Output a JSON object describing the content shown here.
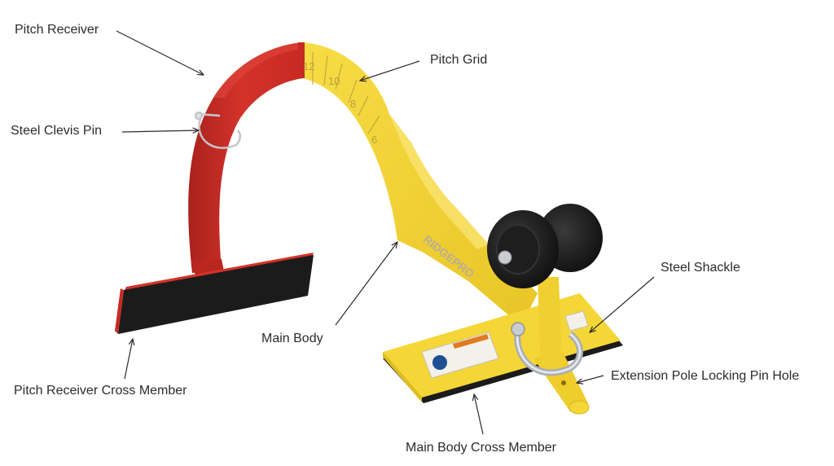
{
  "diagram": {
    "subject": "Roof ridge tool (pitch gauge) with labeled parts",
    "brand_mark": "RIDGEPRO",
    "pitch_grid_marks": [
      "12",
      "10",
      "8",
      "6"
    ],
    "colors": {
      "receiver_red": "#d3322a",
      "receiver_red_dark": "#a8221c",
      "body_yellow": "#f5d637",
      "body_yellow_shade": "#e2bd1f",
      "pad_black": "#1b1b1b",
      "wheel_black": "#141414",
      "steel": "#b8bcc2",
      "label_text": "#2b2b2b",
      "arrow": "#2b2b2b",
      "warning_orange": "#e07a20",
      "safety_blue": "#1d4f95"
    }
  },
  "labels": {
    "pitch_receiver": "Pitch Receiver",
    "steel_clevis_pin": "Steel Clevis Pin",
    "pitch_grid": "Pitch Grid",
    "steel_shackle": "Steel Shackle",
    "main_body": "Main Body",
    "extension_pole_locking_pin_hole": "Extension Pole Locking Pin Hole",
    "pitch_receiver_cross_member": "Pitch Receiver Cross Member",
    "main_body_cross_member": "Main Body Cross Member"
  }
}
